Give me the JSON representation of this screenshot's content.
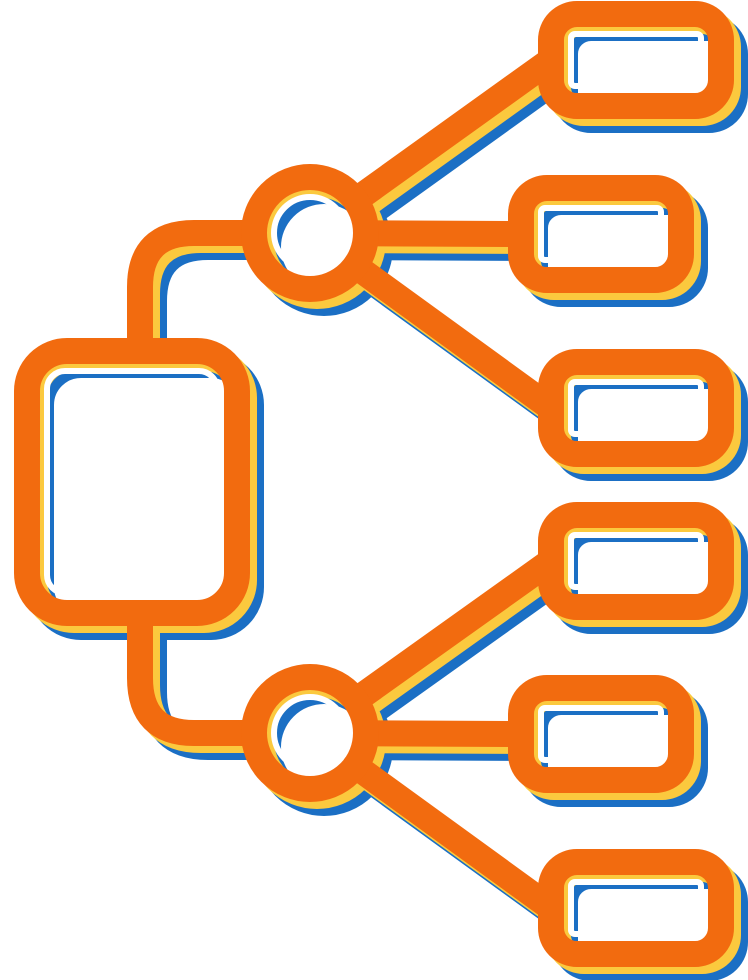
{
  "icon": {
    "name": "hierarchy-structure-icon",
    "colors": {
      "outline": "#F26B0F",
      "highlight": "#FBC93E",
      "shadow": "#1B6FC4",
      "background": "#FFFFFF"
    },
    "nodes": {
      "root": "root-box",
      "branches": [
        "upper-branch-circle",
        "lower-branch-circle"
      ],
      "leaves": [
        "leaf-box-1",
        "leaf-box-2",
        "leaf-box-3",
        "leaf-box-4",
        "leaf-box-5",
        "leaf-box-6"
      ]
    }
  }
}
